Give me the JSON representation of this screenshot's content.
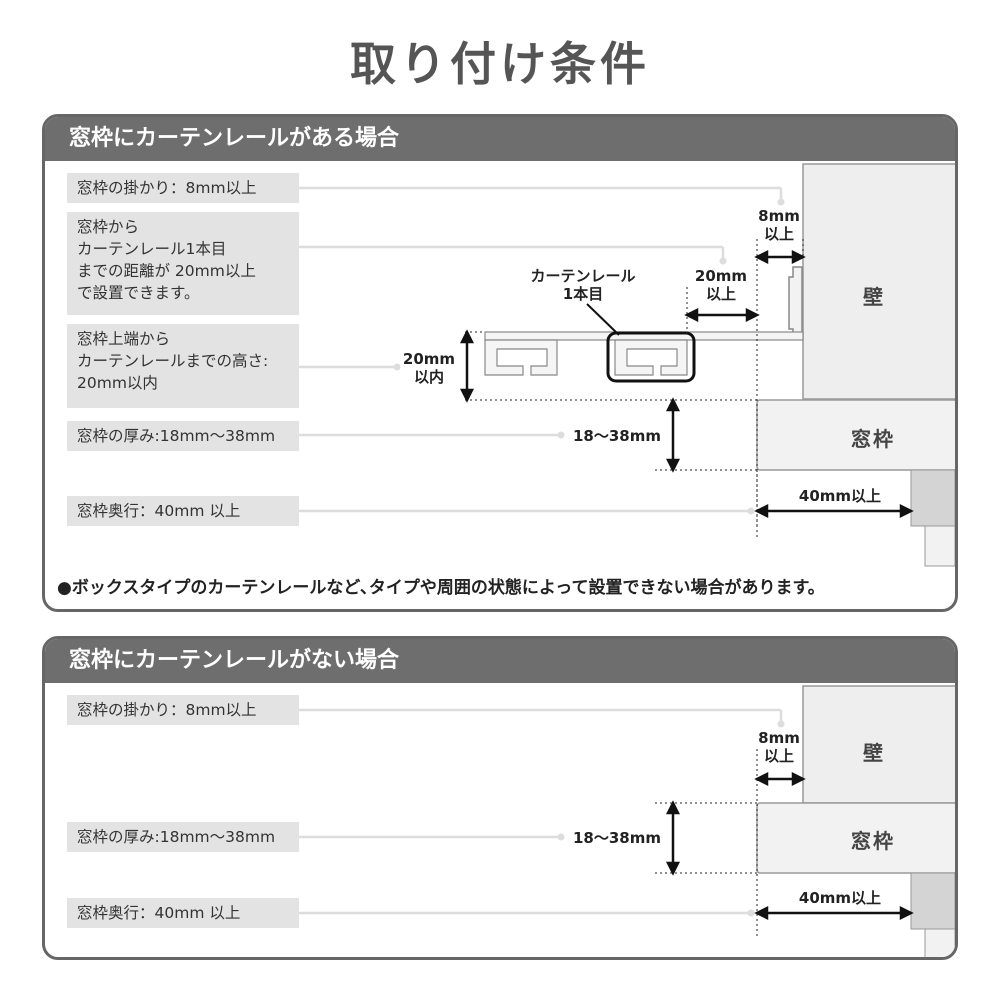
{
  "title": "取り付け条件",
  "panel1": {
    "header": "窓枠にカーテンレールがある場合",
    "labels": {
      "hook": "窓枠の掛かり：8mm以上",
      "distance_l1": "窓枠から",
      "distance_l2": "カーテンレール1本目",
      "distance_l3": "までの距離が 20mm以上",
      "distance_l4": "で設置できます。",
      "height_l1": "窓枠上端から",
      "height_l2": "カーテンレールまでの高さ:",
      "height_l3": "20mm以内",
      "thickness": "窓枠の厚み:18mm〜38mm",
      "depth": "窓枠奥行：40mm 以上"
    },
    "dims": {
      "hook_l1": "8mm",
      "hook_l2": "以上",
      "dist_l1": "20mm",
      "dist_l2": "以上",
      "rail_l1": "カーテンレール",
      "rail_l2": "1本目",
      "height_l1": "20mm",
      "height_l2": "以内",
      "thickness": "18〜38mm",
      "depth": "40mm以上"
    },
    "wall": "壁",
    "frame": "窓枠",
    "note": "●ボックスタイプのカーテンレールなど､タイプや周囲の状態によって設置できない場合があります。"
  },
  "panel2": {
    "header": "窓枠にカーテンレールがない場合",
    "labels": {
      "hook": "窓枠の掛かり：8mm以上",
      "thickness": "窓枠の厚み:18mm〜38mm",
      "depth": "窓枠奥行：40mm 以上"
    },
    "dims": {
      "hook_l1": "8mm",
      "hook_l2": "以上",
      "thickness": "18〜38mm",
      "depth": "40mm以上"
    },
    "wall": "壁",
    "frame": "窓枠"
  },
  "colors": {
    "header_bg": "#6e6e6e",
    "label_bg": "#e3e3e3",
    "wall_fill": "#eeeeee",
    "frame_fill": "#f2f2f2",
    "sill_fill": "#d4d4d4",
    "leader_line": "#dddddd"
  }
}
